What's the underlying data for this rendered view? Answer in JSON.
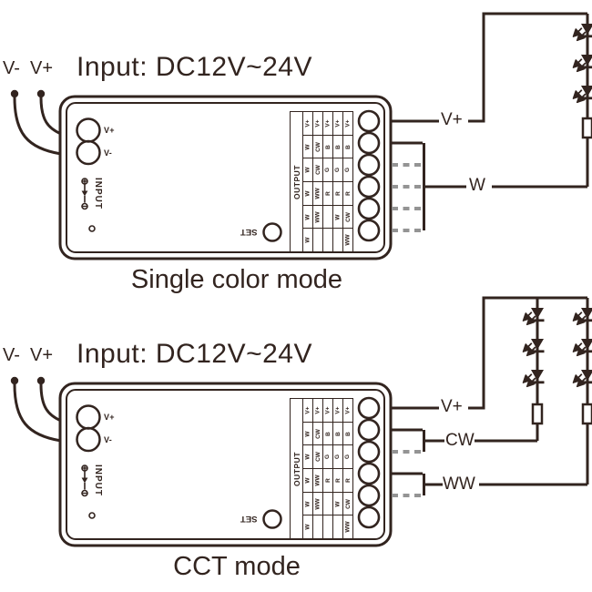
{
  "colors": {
    "line": "#32241f",
    "dash": "#949494"
  },
  "device": {
    "input_terminal_vplus": "V+",
    "input_terminal_vminus": "V-",
    "input_label": "INPUT",
    "set_label": "SET",
    "output_label": "OUTPUT",
    "output_table": {
      "columns": [
        [
          "V+",
          "W",
          "W",
          "W",
          "W",
          "W"
        ],
        [
          "V+",
          "CW",
          "CW",
          "WW",
          "WW",
          ""
        ],
        [
          "V+",
          "B",
          "G",
          "R",
          "",
          ""
        ],
        [
          "V+",
          "B",
          "G",
          "R",
          "W",
          ""
        ],
        [
          "V+",
          "B",
          "G",
          "R",
          "CW",
          "WW"
        ]
      ]
    }
  },
  "diagrams": [
    {
      "heading": "Input: DC12V~24V",
      "input_vminus": "V-",
      "input_vplus": "V+",
      "wire_labels": {
        "vplus": "V+",
        "w": "W"
      },
      "caption": "Single color mode"
    },
    {
      "heading": "Input: DC12V~24V",
      "input_vminus": "V-",
      "input_vplus": "V+",
      "wire_labels": {
        "vplus": "V+",
        "cw": "CW",
        "ww": "WW"
      },
      "caption": "CCT mode"
    }
  ]
}
